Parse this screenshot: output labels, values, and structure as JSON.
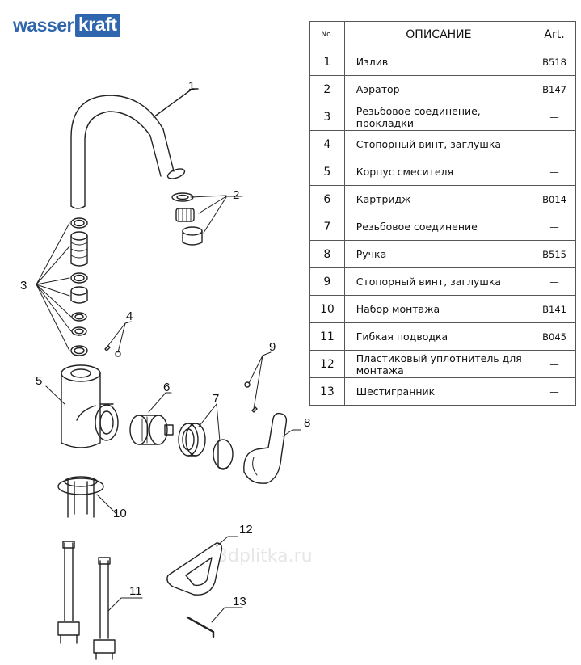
{
  "logo": {
    "part1": "wasser",
    "part2": "kraft"
  },
  "watermark": "3dplitka.ru",
  "table": {
    "headers": {
      "no": "No.",
      "description": "ОПИСАНИЕ",
      "art": "Art."
    },
    "rows": [
      {
        "no": "1",
        "description": "Излив",
        "art": "B518"
      },
      {
        "no": "2",
        "description": "Аэратор",
        "art": "B147"
      },
      {
        "no": "3",
        "description": "Резьбовое соединение, прокладки",
        "art": "—"
      },
      {
        "no": "4",
        "description": "Стопорный винт, заглушка",
        "art": "—"
      },
      {
        "no": "5",
        "description": "Корпус смесителя",
        "art": "—"
      },
      {
        "no": "6",
        "description": "Картридж",
        "art": "B014"
      },
      {
        "no": "7",
        "description": "Резьбовое соединение",
        "art": "—"
      },
      {
        "no": "8",
        "description": "Ручка",
        "art": "B515"
      },
      {
        "no": "9",
        "description": "Стопорный винт, заглушка",
        "art": "—"
      },
      {
        "no": "10",
        "description": "Набор монтажа",
        "art": "B141"
      },
      {
        "no": "11",
        "description": "Гибкая подводка",
        "art": "B045"
      },
      {
        "no": "12",
        "description": "Пластиковый уплотнитель для монтажа",
        "art": "—"
      },
      {
        "no": "13",
        "description": "Шестигранник",
        "art": "—"
      }
    ]
  },
  "callouts": [
    "1",
    "2",
    "3",
    "4",
    "5",
    "6",
    "7",
    "8",
    "9",
    "10",
    "11",
    "12",
    "13"
  ]
}
